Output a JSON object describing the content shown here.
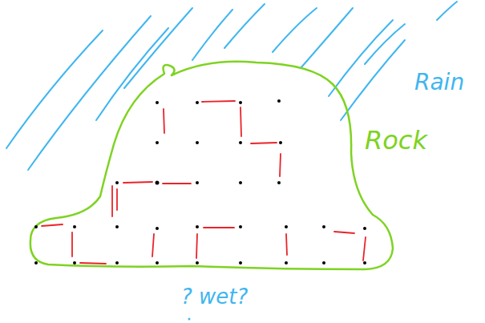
{
  "diagram": {
    "labels": [
      "Rain",
      "Rock",
      "? wet?"
    ]
  }
}
